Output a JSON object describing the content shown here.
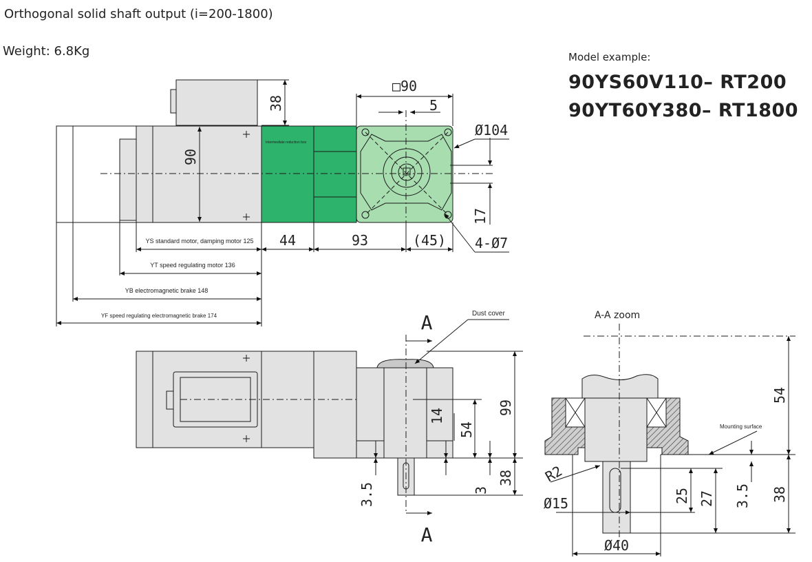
{
  "header": {
    "title": "Orthogonal solid shaft output (i=200-1800)",
    "weight": "Weight: 6.8Kg"
  },
  "model": {
    "caption": "Model example:",
    "example_1": "90YS60V110– RT200",
    "example_2": "90YT60Y380– RT1800"
  },
  "top_view": {
    "gearbox_label": "Intermediate reduction box",
    "dims": {
      "motor_height": "38",
      "frame": "90",
      "flange_square": "□90",
      "key_offset": "5",
      "pcd": "Ø104",
      "shaft_offset": "17",
      "box_len": "44",
      "gear_len": "93",
      "flange_len": "(45)",
      "holes": "4-Ø7"
    },
    "motor_lengths": [
      "YS standard motor, damping motor 125",
      "YT speed regulating motor 136",
      "YB electromagnetic brake 148",
      "YF speed regulating electromagnetic brake 174"
    ]
  },
  "side_view": {
    "section_mark": "A",
    "dust_cover": "Dust cover",
    "dims": {
      "height": "99",
      "center": "54",
      "key": "14",
      "base": "38",
      "step": "3",
      "key_depth": "3.5"
    }
  },
  "section_view": {
    "title": "A-A zoom",
    "mounting_surface": "Mounting surface",
    "dims": {
      "height": "54",
      "radius": "R2",
      "shaft_dia": "Ø15",
      "key_len": "25",
      "key_from": "27",
      "step": "3.5",
      "shaft_len": "38",
      "spigot": "Ø40"
    }
  },
  "colors": {
    "gearbox": "#2db36b",
    "flange": "#a8ddb0",
    "body": "#e2e2e2",
    "line": "#1a1a1a"
  }
}
